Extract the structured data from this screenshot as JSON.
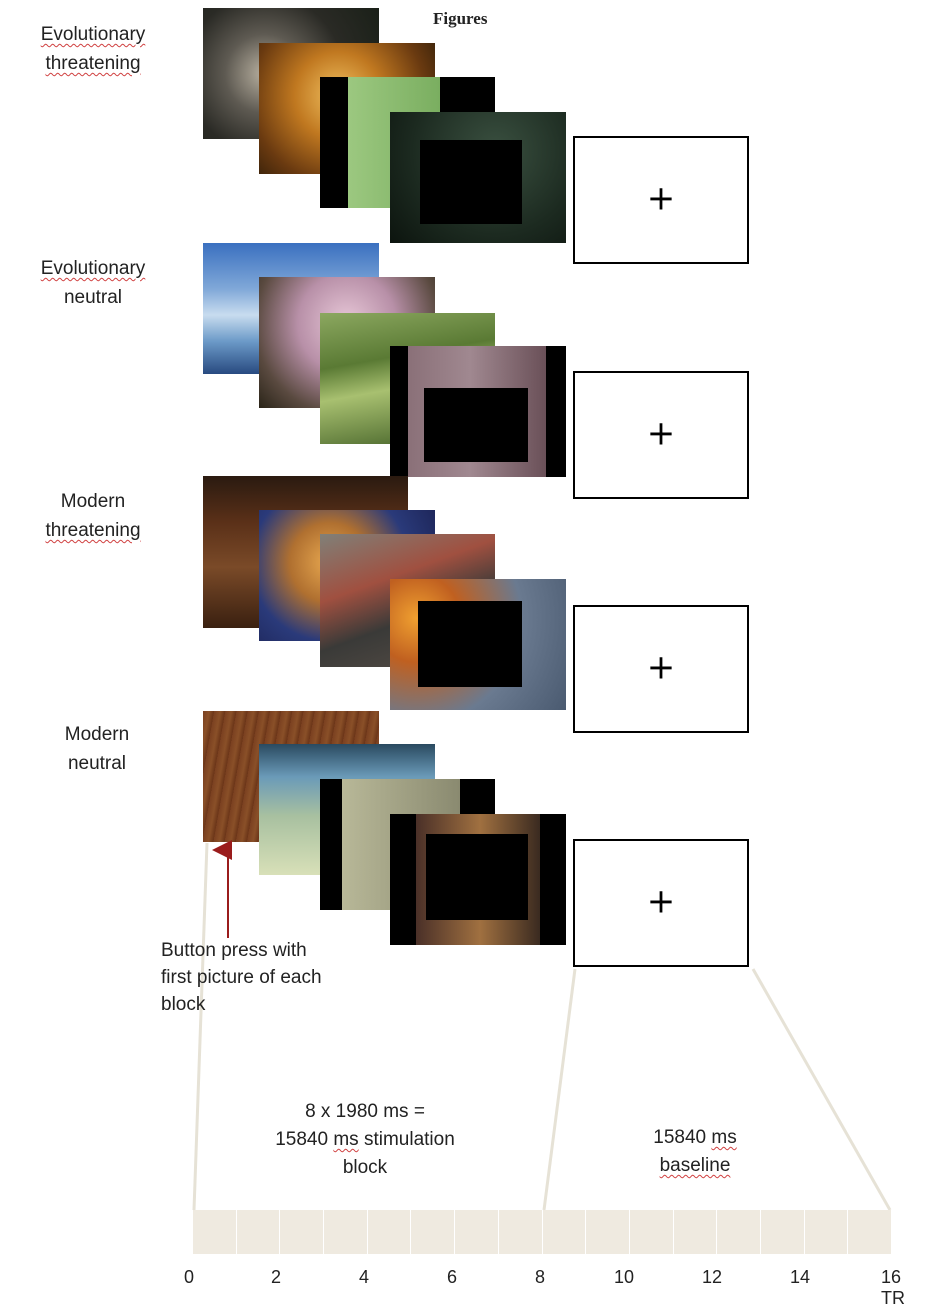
{
  "figure_title": "Figures",
  "conditions": [
    {
      "line1": "Evolutionary",
      "line2": "threatening"
    },
    {
      "line1": "Evolutionary",
      "line2": "neutral"
    },
    {
      "line1": "Modern",
      "line2": "threatening"
    },
    {
      "line1": "Modern",
      "line2": "neutral"
    }
  ],
  "fixation_symbol": "+",
  "button_note": [
    "Button press with",
    "first picture of each",
    "block"
  ],
  "stimulation": {
    "line1": "8 x 1980 ms =",
    "line2_pre": "15840 ",
    "line2_ms": "ms",
    "line2_post": " stimulation",
    "line3": "block"
  },
  "baseline": {
    "line1_pre": "15840 ",
    "line1_ms": "ms",
    "line2": "baseline"
  },
  "axis": {
    "ticks": [
      "0",
      "2",
      "4",
      "6",
      "8",
      "10",
      "12",
      "14"
    ],
    "last_tick": "16 TR"
  },
  "colors": {
    "arrow": "#9a1c1c",
    "bar": "#efeae0",
    "zoom_lines": "#e6e2d6"
  }
}
